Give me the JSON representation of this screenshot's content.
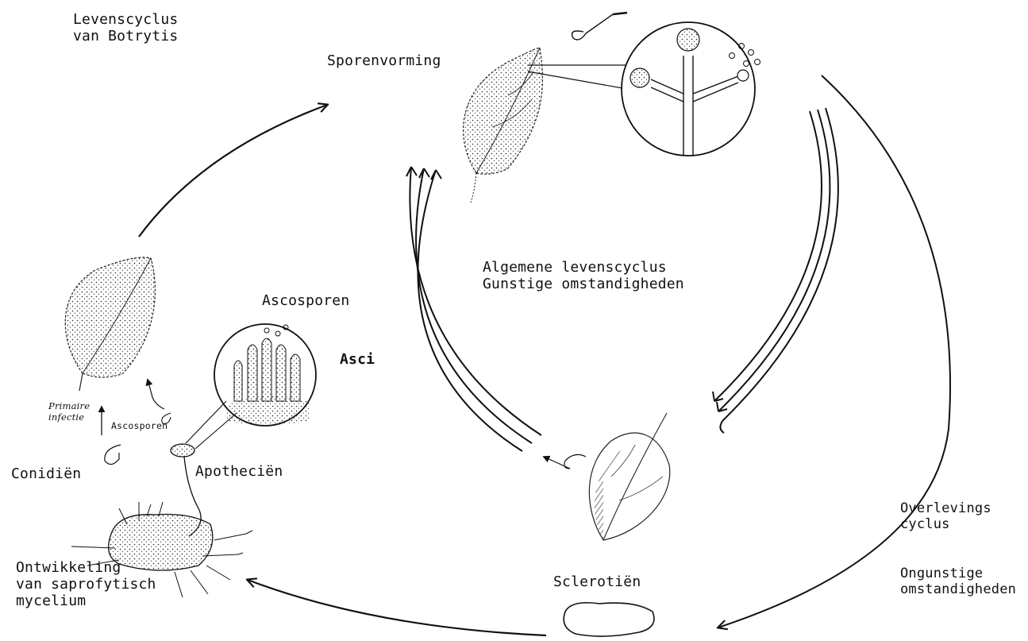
{
  "title": {
    "line1": "Levenscyclus",
    "line2": "van Botrytis"
  },
  "labels": {
    "sporenvorming": "Sporenvorming",
    "algemene_line1": "Algemene levenscyclus",
    "algemene_line2": "Gunstige omstandigheden",
    "ascosporen_top": "Ascosporen",
    "asci": "Asci",
    "primaire_line1": "Primaire",
    "primaire_line2": "infectie",
    "ascosporen_small": "Ascosporen",
    "conidien": "Conidiën",
    "apothecien": "Apotheciën",
    "ontwikkeling_line1": "Ontwikkeling",
    "ontwikkeling_line2": "van saprofytisch",
    "ontwikkeling_line3": "mycelium",
    "sclerotien": "Sclerotiën",
    "overlevings_line1": "Overlevings",
    "overlevings_line2": "cyclus",
    "ongunstige_line1": "Ongunstige",
    "ongunstige_line2": "omstandigheden"
  },
  "colors": {
    "ink": "#111111",
    "paper": "#ffffff"
  }
}
